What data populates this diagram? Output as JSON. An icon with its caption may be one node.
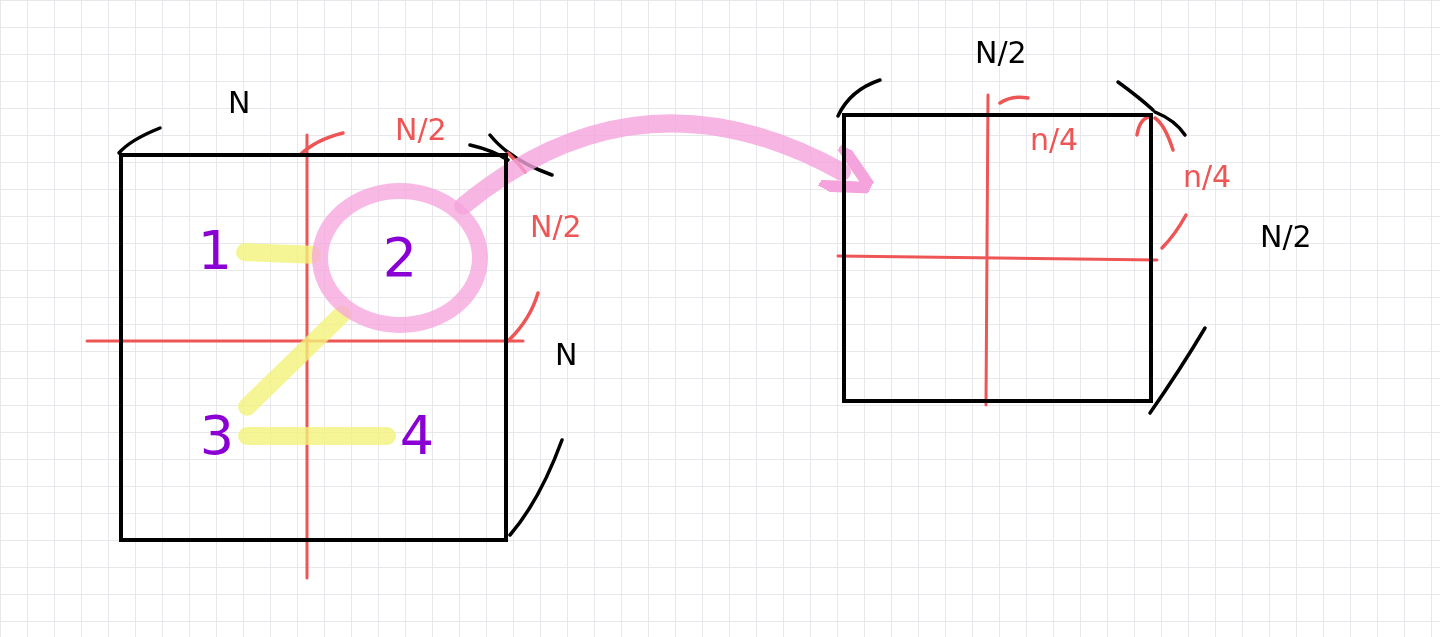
{
  "diagram": {
    "nodes": [
      {
        "text": [],
        "shape": "box"
      },
      {
        "text": [
          "1"
        ],
        "in": 0
      },
      {
        "text": [
          "2"
        ],
        "in": 0
      },
      {
        "text": [
          "3"
        ],
        "in": 0
      },
      {
        "text": [
          "4"
        ],
        "in": 0
      },
      {
        "text": [],
        "shape": "box"
      }
    ],
    "edges": [
      {
        "from": 1,
        "to": 2,
        "arrow": "none",
        "color": "#f3f27a"
      },
      {
        "from": 2,
        "to": 3,
        "arrow": "none",
        "color": "#f3f27a"
      },
      {
        "from": 3,
        "to": 4,
        "arrow": "none",
        "color": "#f3f27a"
      },
      {
        "from": 2,
        "to": 5,
        "arrow": "to",
        "color": "#f5a3dc"
      }
    ],
    "labels": [
      "N/2",
      "N",
      "N/2",
      "N",
      "N/2",
      "n/4",
      "n/4",
      "N/2"
    ]
  }
}
